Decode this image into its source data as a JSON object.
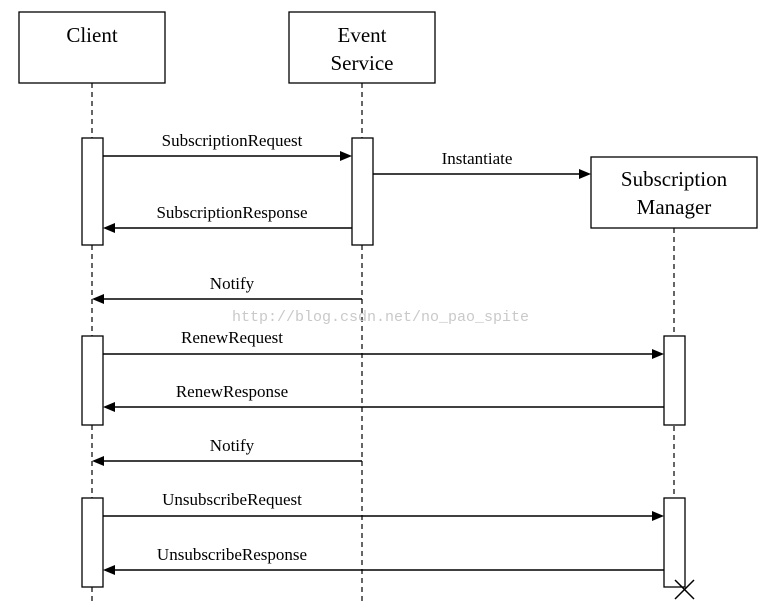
{
  "participants": [
    {
      "id": "client",
      "lines": [
        "Client"
      ]
    },
    {
      "id": "event_service",
      "lines": [
        "Event",
        "Service"
      ]
    },
    {
      "id": "subscription_manager",
      "lines": [
        "Subscription",
        "Manager"
      ]
    }
  ],
  "messages": [
    {
      "label": "SubscriptionRequest",
      "from": "client",
      "to": "event_service"
    },
    {
      "label": "Instantiate",
      "from": "event_service",
      "to": "subscription_manager"
    },
    {
      "label": "SubscriptionResponse",
      "from": "event_service",
      "to": "client"
    },
    {
      "label": "Notify",
      "from": "event_service",
      "to": "client"
    },
    {
      "label": "RenewRequest",
      "from": "client",
      "to": "subscription_manager"
    },
    {
      "label": "RenewResponse",
      "from": "subscription_manager",
      "to": "client"
    },
    {
      "label": "Notify",
      "from": "event_service",
      "to": "client"
    },
    {
      "label": "UnsubscribeRequest",
      "from": "client",
      "to": "subscription_manager"
    },
    {
      "label": "UnsubscribeResponse",
      "from": "subscription_manager",
      "to": "client"
    }
  ],
  "watermark": "http://blog.csdn.net/no_pao_spite"
}
